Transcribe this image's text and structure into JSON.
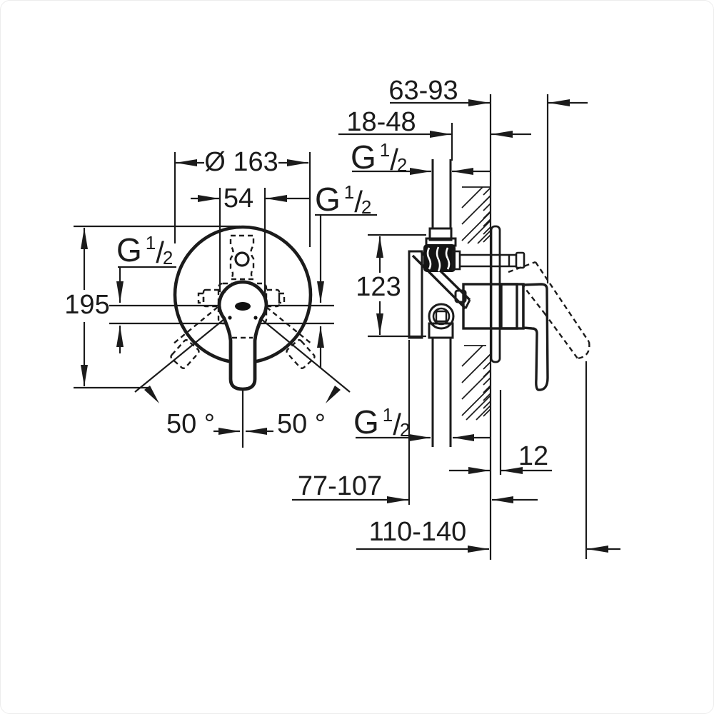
{
  "front_view": {
    "diameter": "Ø 163",
    "cartridge_width": "54",
    "total_height": "195",
    "swing_angle_left": "50 °",
    "swing_angle_right": "50 °"
  },
  "side_view": {
    "depth_max": "63-93",
    "depth_min": "18-48",
    "port_distance": "123",
    "plate_thickness": "12",
    "depth_body": "77-107",
    "depth_total": "110-140"
  },
  "thread_label": {
    "text": "G 1/2",
    "g": "G",
    "numerator": "1",
    "slash": "/",
    "denominator": "2"
  }
}
